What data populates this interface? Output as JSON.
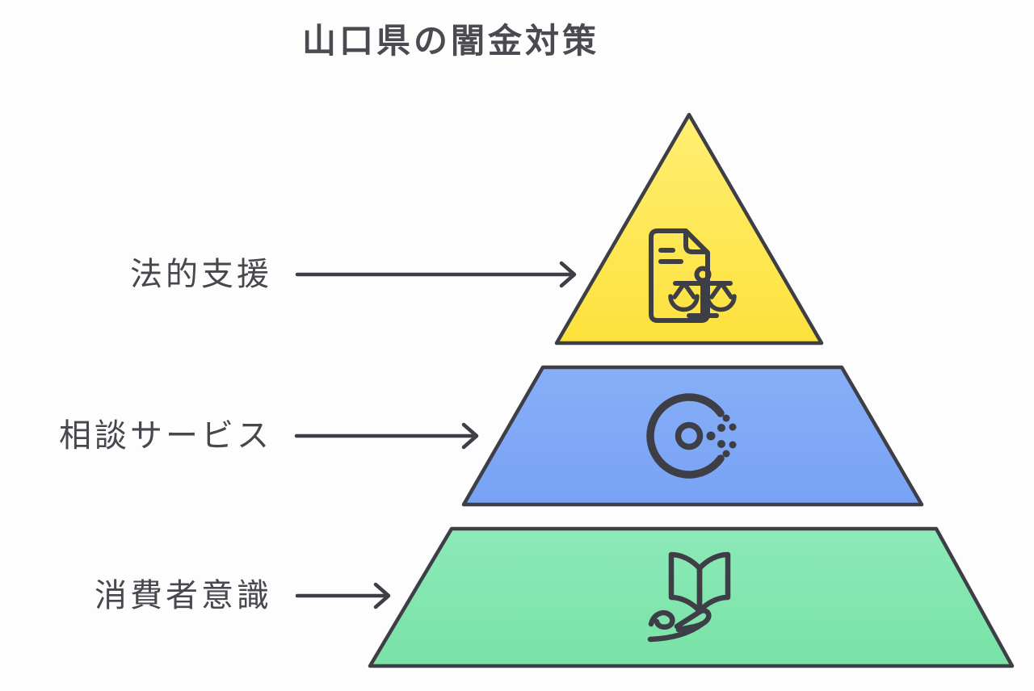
{
  "title": "山口県の闇金対策",
  "colors": {
    "stroke": "#3e3e46",
    "text": "#47474d",
    "yellow_top": "#ffef73",
    "yellow_bottom": "#fde13c",
    "blue_top": "#87aff8",
    "blue_bottom": "#78a2f4",
    "green_top": "#8ceab8",
    "green_bottom": "#79e2a6",
    "background": "#fdfdfd"
  },
  "pyramid": {
    "levels": [
      {
        "id": "legal-support",
        "label": "法的支援",
        "color": "#fde94f",
        "icon": "document-scales-icon"
      },
      {
        "id": "consultation",
        "label": "相談サービス",
        "color": "#7fa9f6",
        "icon": "insight-dots-icon"
      },
      {
        "id": "consumer-awareness",
        "label": "消費者意識",
        "color": "#81e6ae",
        "icon": "book-hand-icon"
      }
    ]
  }
}
